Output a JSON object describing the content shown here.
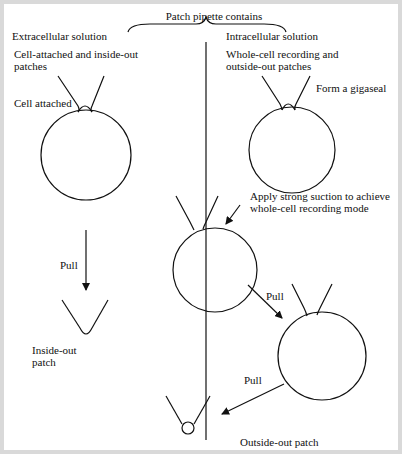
{
  "diagram": {
    "labels": [
      "Patch pipette contains",
      "Extracellular solution",
      "Intracellular solution",
      "Cell-attached and inside-out patches",
      "Whole-cell recording and outside-out patches",
      "Cell attached",
      "Pull",
      "Inside-out patch",
      "Form a gigaseal",
      "Apply strong suction to achieve whole-cell recording mode",
      "Pull",
      "Pull",
      "Outside-out patch"
    ]
  }
}
